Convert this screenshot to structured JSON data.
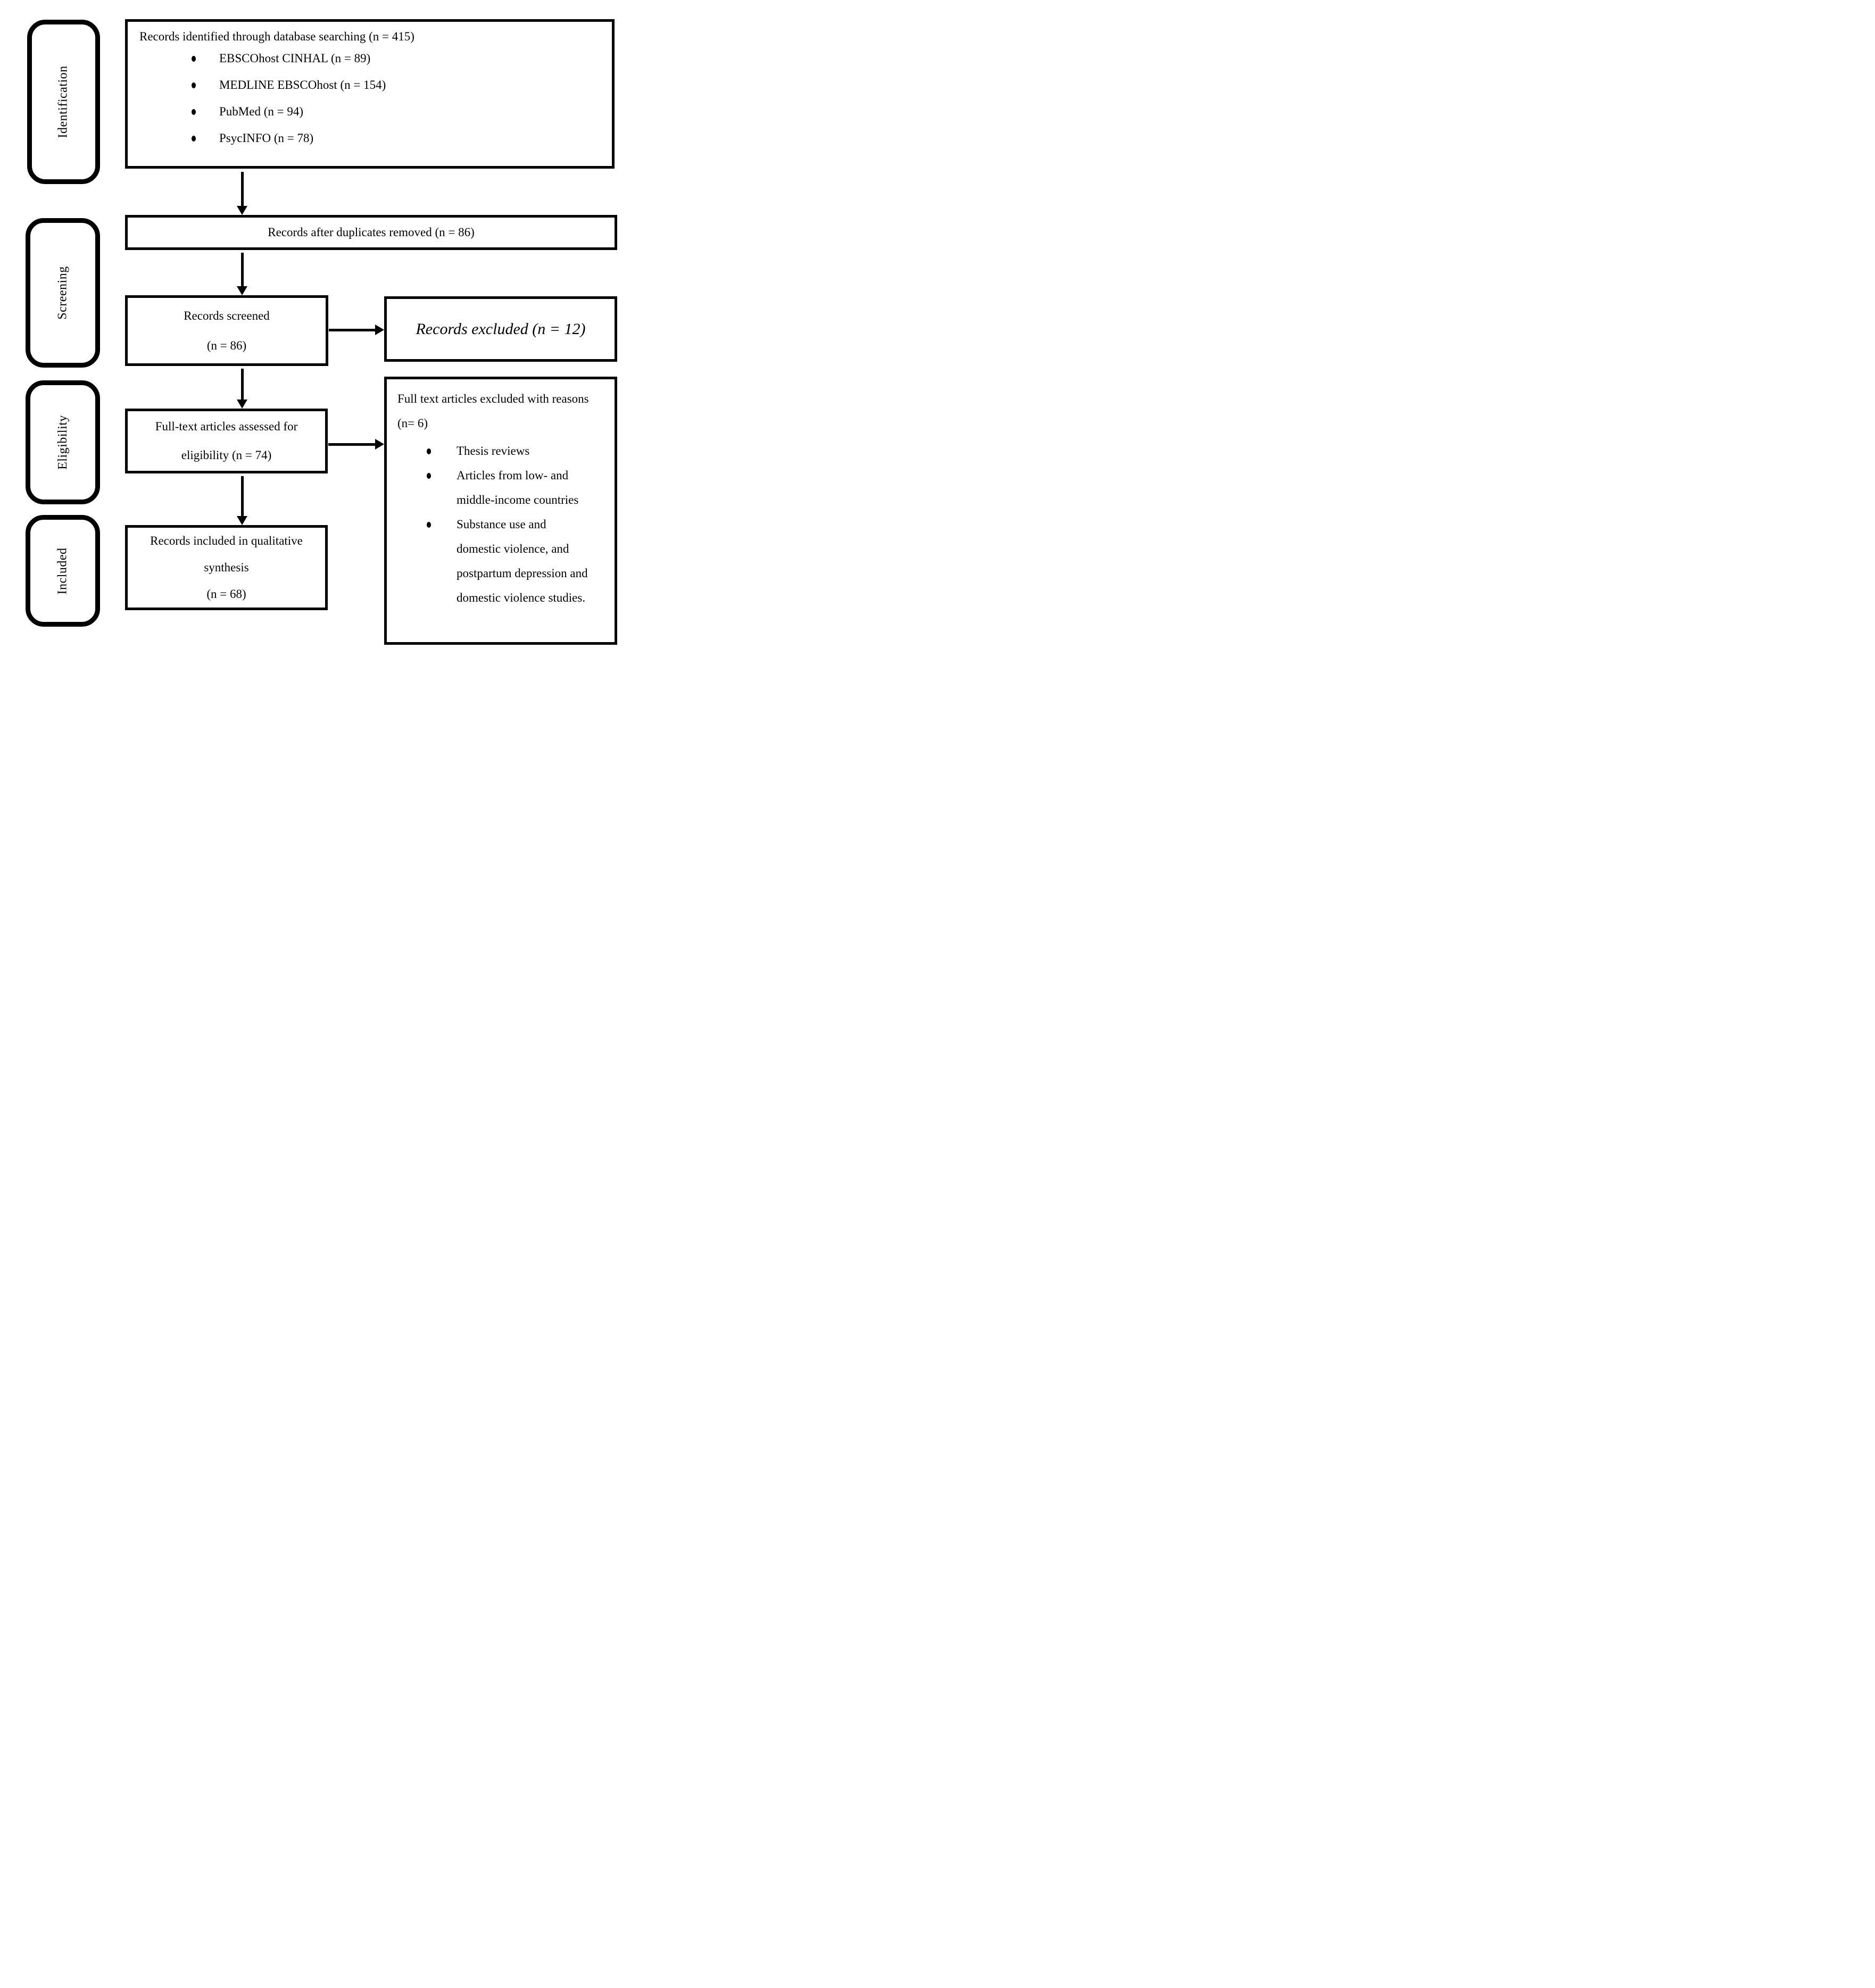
{
  "diagram": {
    "stages": [
      {
        "label": "Identification"
      },
      {
        "label": "Screening"
      },
      {
        "label": "Eligibility"
      },
      {
        "label": "Included"
      }
    ],
    "identified": {
      "title": "Records identified through database searching (n = 415)",
      "sources": [
        "EBSCOhost CINHAL (n = 89)",
        "MEDLINE EBSCOhost (n = 154)",
        "PubMed (n = 94)",
        "PsycINFO (n = 78)"
      ]
    },
    "duplicates_removed": "Records after duplicates removed (n = 86)",
    "screened": "Records screened\n(n = 86)",
    "records_excluded": "Records excluded (n = 12)",
    "fulltext_assessed": "Full-text articles assessed for\neligibility (n = 74)",
    "fulltext_excluded": {
      "title": "Full text articles excluded with reasons\n(n= 6)",
      "reasons": [
        "Thesis reviews",
        "Articles from low- and middle-income countries",
        "Substance use and domestic violence, and postpartum depression and domestic violence studies."
      ]
    },
    "included_synthesis": "Records included in qualitative\nsynthesis\n(n = 68)",
    "colors": {
      "ink": "#000000",
      "background": "#ffffff"
    }
  }
}
